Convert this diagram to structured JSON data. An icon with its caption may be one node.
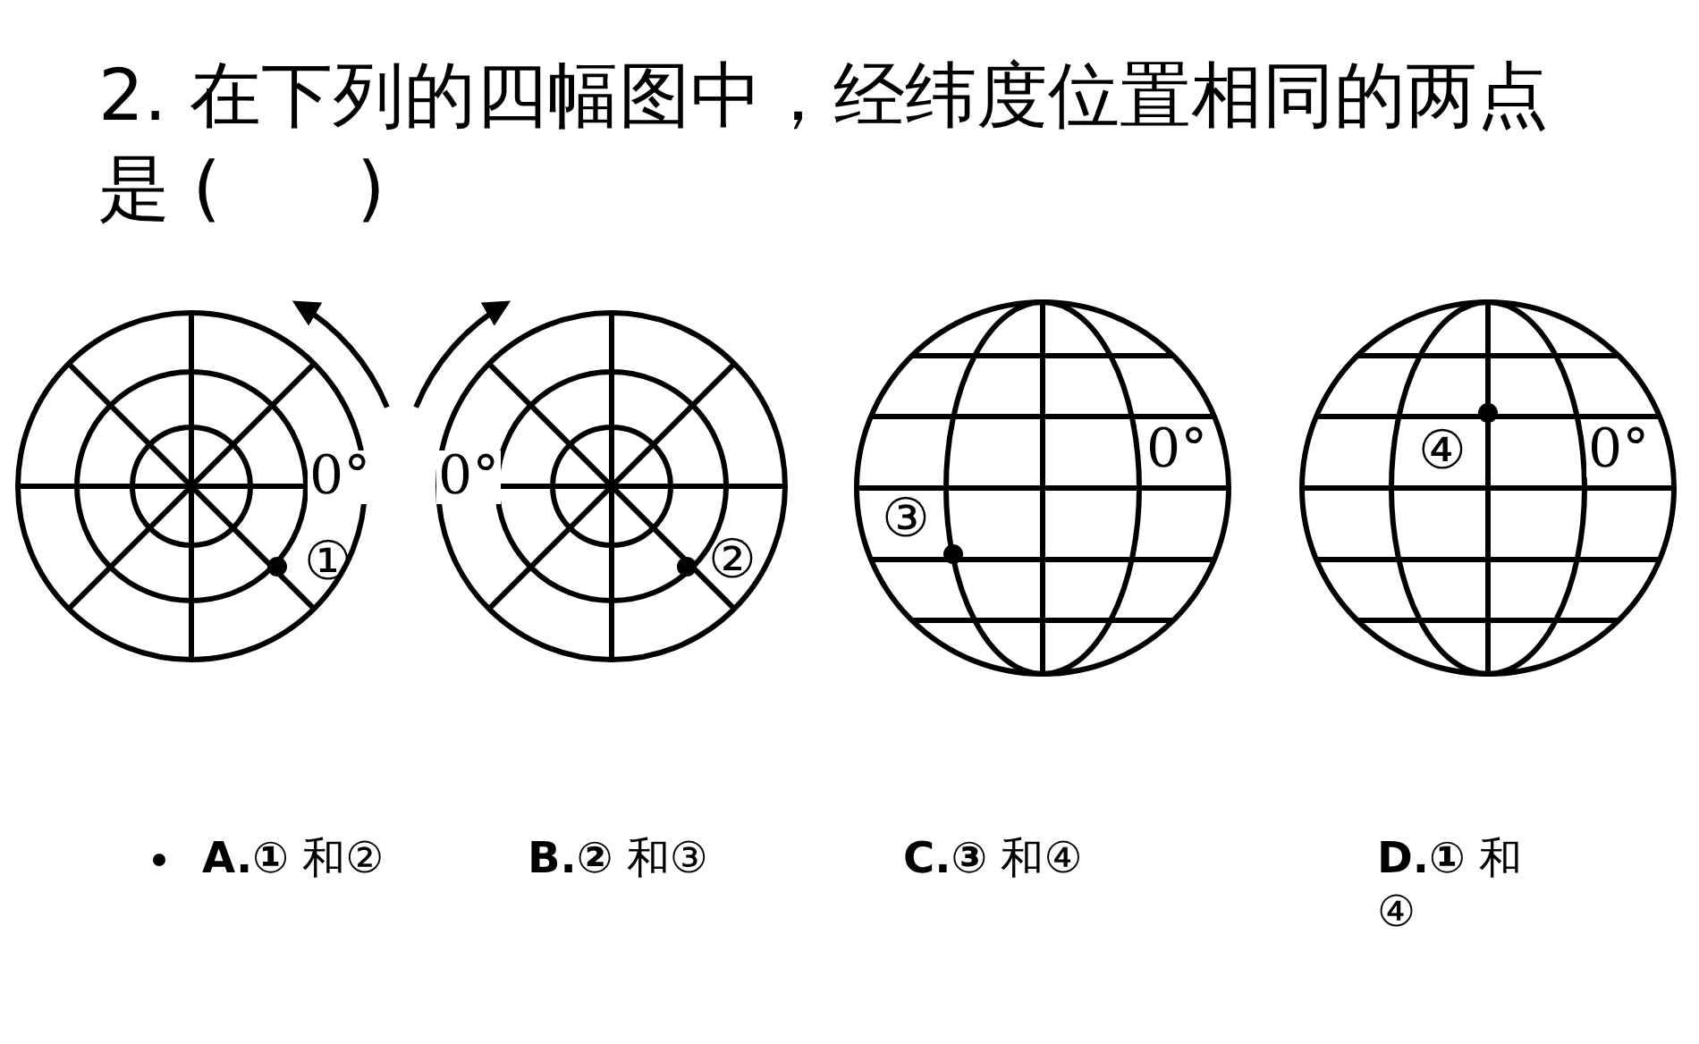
{
  "diagram": {
    "title": "2. 在下列的四幅图中，经纬度位置相同的两点是 (      )",
    "labels": [
      "0°",
      "①",
      "0°",
      "②",
      "0°",
      "③",
      "④",
      "0°",
      "**A.①** 和②",
      "**B.②** 和③",
      "**C.③** 和④",
      "**D.①** 和④"
    ]
  }
}
